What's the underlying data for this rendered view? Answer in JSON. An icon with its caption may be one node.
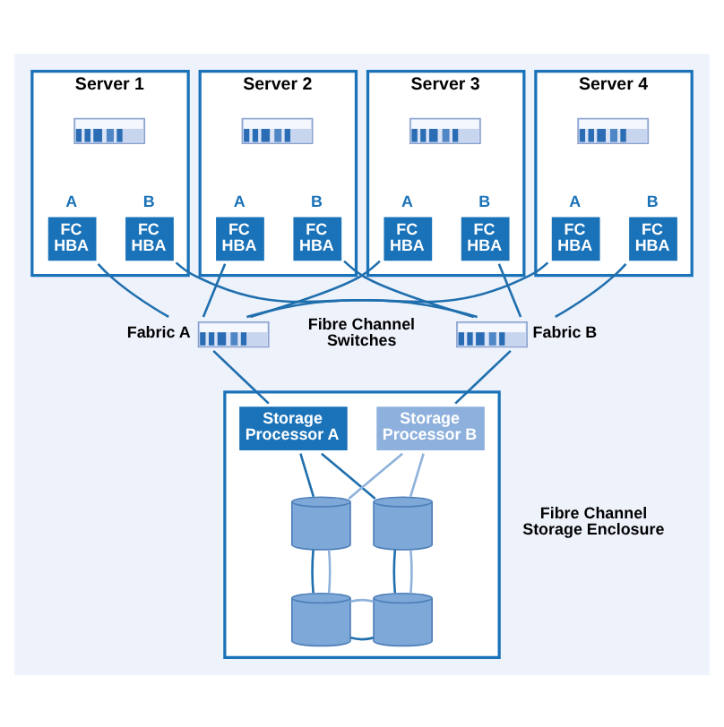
{
  "diagram": {
    "nodes": [
      {
        "text": [
          "Server 1"
        ]
      },
      {
        "text": [],
        "shape": "picture",
        "in": 0
      },
      {
        "text": [
          "FC HBA"
        ],
        "beside": [
          "A"
        ],
        "in": 0
      },
      {
        "text": [
          "FC HBA"
        ],
        "beside": [
          "B"
        ],
        "in": 0
      },
      {
        "text": [
          "Server 2"
        ]
      },
      {
        "text": [],
        "shape": "picture",
        "in": 4
      },
      {
        "text": [
          "FC HBA"
        ],
        "beside": [
          "A"
        ],
        "in": 4
      },
      {
        "text": [
          "FC HBA"
        ],
        "beside": [
          "B"
        ],
        "in": 4
      },
      {
        "text": [
          "Server 3"
        ]
      },
      {
        "text": [],
        "shape": "picture",
        "in": 8
      },
      {
        "text": [
          "FC HBA"
        ],
        "beside": [
          "A"
        ],
        "in": 8
      },
      {
        "text": [
          "FC HBA"
        ],
        "beside": [
          "B"
        ],
        "in": 8
      },
      {
        "text": [
          "Server 4"
        ]
      },
      {
        "text": [],
        "shape": "picture",
        "in": 12
      },
      {
        "text": [
          "FC HBA"
        ],
        "beside": [
          "A"
        ],
        "in": 12
      },
      {
        "text": [
          "FC HBA"
        ],
        "beside": [
          "B"
        ],
        "in": 12
      },
      {
        "text": [],
        "shape": "picture",
        "beside": [
          "Fabric A"
        ]
      },
      {
        "text": [],
        "shape": "picture",
        "beside": [
          "Fabric B"
        ]
      },
      {
        "text": [],
        "shape": "box",
        "beside": [
          "Fibre Channel Storage Enclosure"
        ]
      },
      {
        "text": [
          "Storage Processor A"
        ],
        "in": 18
      },
      {
        "text": [
          "Storage Processor B"
        ],
        "in": 18
      },
      {
        "text": [],
        "shape": "cylinder",
        "in": 18
      },
      {
        "text": [],
        "shape": "cylinder",
        "in": 18
      },
      {
        "text": [],
        "shape": "cylinder",
        "in": 18
      },
      {
        "text": [],
        "shape": "cylinder",
        "in": 18
      }
    ],
    "edges": [
      {
        "from": 2,
        "to": 16,
        "arrow": "none"
      },
      {
        "from": 3,
        "to": 17,
        "arrow": "none"
      },
      {
        "from": 6,
        "to": 16,
        "arrow": "none"
      },
      {
        "from": 7,
        "to": 17,
        "arrow": "none"
      },
      {
        "from": 10,
        "to": 16,
        "arrow": "none"
      },
      {
        "from": 11,
        "to": 17,
        "arrow": "none"
      },
      {
        "from": 14,
        "to": 16,
        "arrow": "none"
      },
      {
        "from": 15,
        "to": 17,
        "arrow": "none"
      },
      {
        "from": 16,
        "to": 19,
        "arrow": "none"
      },
      {
        "from": 17,
        "to": 20,
        "arrow": "none"
      },
      {
        "from": 19,
        "to": 21,
        "arrow": "none"
      },
      {
        "from": 21,
        "to": 23,
        "arrow": "none"
      },
      {
        "from": 23,
        "to": 24,
        "arrow": "none"
      },
      {
        "from": 22,
        "to": 24,
        "arrow": "none"
      },
      {
        "from": 19,
        "to": 22,
        "arrow": "none"
      },
      {
        "from": 20,
        "to": 21,
        "arrow": "none",
        "color": "#8fb2dc"
      },
      {
        "from": 21,
        "to": 23,
        "arrow": "none",
        "color": "#8fb2dc"
      },
      {
        "from": 23,
        "to": 24,
        "arrow": "none",
        "color": "#8fb2dc"
      },
      {
        "from": 22,
        "to": 24,
        "arrow": "none",
        "color": "#8fb2dc"
      },
      {
        "from": 20,
        "to": 22,
        "arrow": "none",
        "color": "#8fb2dc"
      }
    ],
    "labels": [
      "Fibre Channel Switches"
    ]
  }
}
